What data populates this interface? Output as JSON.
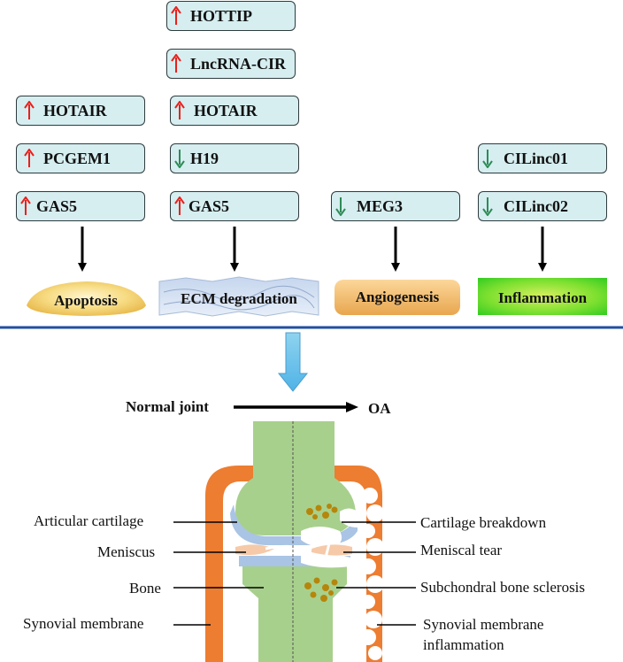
{
  "columns": [
    {
      "genes": [
        {
          "label": "HOTAIR",
          "direction": "up"
        },
        {
          "label": "PCGEM1",
          "direction": "up"
        },
        {
          "label": "GAS5",
          "direction": "up"
        }
      ],
      "process": "Apoptosis"
    },
    {
      "genes": [
        {
          "label": "HOTTIP",
          "direction": "up"
        },
        {
          "label": "LncRNA-CIR",
          "direction": "up"
        },
        {
          "label": "HOTAIR",
          "direction": "up"
        },
        {
          "label": "H19",
          "direction": "down"
        },
        {
          "label": "GAS5",
          "direction": "up"
        }
      ],
      "process": "ECM degradation"
    },
    {
      "genes": [
        {
          "label": "MEG3",
          "direction": "down"
        }
      ],
      "process": "Angiogenesis"
    },
    {
      "genes": [
        {
          "label": "CILinc01",
          "direction": "down"
        },
        {
          "label": "CILinc02",
          "direction": "down"
        }
      ],
      "process": "Inflammation"
    }
  ],
  "colors": {
    "up_arrow": "#e8201c",
    "down_arrow": "#2e8b57",
    "box_fill": "#d6eef0",
    "divider": "#1f4fa0",
    "bone": "#a8d08d",
    "cartilage": "#a9c4e4",
    "meniscus": "#f6c9a8",
    "synovium": "#ed7d31",
    "lesion": "#b5860b"
  },
  "joint": {
    "from_label": "Normal joint",
    "to_label": "OA",
    "left_labels": {
      "articular_cartilage": "Articular cartilage",
      "meniscus": "Meniscus",
      "bone": "Bone",
      "synovial_membrane": "Synovial membrane"
    },
    "right_labels": {
      "cartilage_breakdown": "Cartilage breakdown",
      "meniscal_tear": "Meniscal tear",
      "subchondral_sclerosis": "Subchondral bone sclerosis",
      "synovial_inflammation_line1": "Synovial membrane",
      "synovial_inflammation_line2": "inflammation"
    }
  }
}
